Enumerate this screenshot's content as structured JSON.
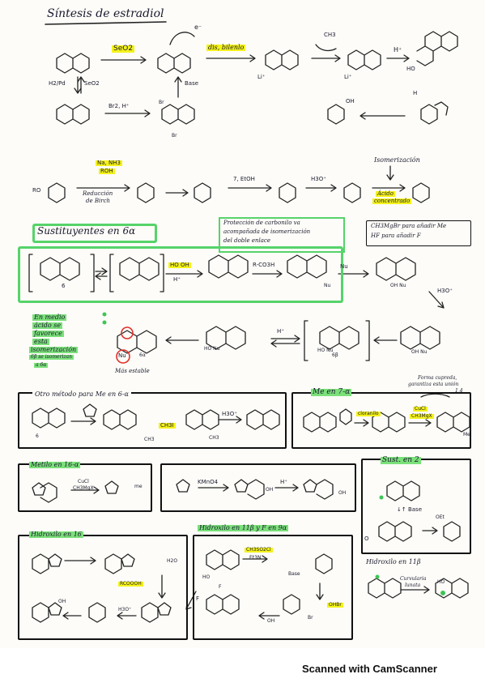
{
  "title": "Síntesis de estradiol",
  "row1": {
    "reagent_seo2": "SeO2",
    "label_dis_bilenlo": "dis, bilenlo",
    "label_e": "e⁻",
    "label_ch3": "CH3",
    "label_li_1": "Li⁺",
    "label_li_2": "Li⁺",
    "label_hplus": "H⁺",
    "label_ho": "HO",
    "label_base": "Base",
    "label_h2pd": "H2/Pd",
    "label_seo2_down": "SeO2",
    "label_br2": "Br2, H⁺",
    "label_br_1": "Br",
    "label_br_2": "Br",
    "label_oh": "OH",
    "label_h": "H"
  },
  "row2": {
    "reagent_na": "Na, NH3",
    "reagent_roh": "ROH",
    "caption_birch_1": "Reducción",
    "caption_birch_2": "de Birch",
    "label_ro": "RO",
    "reagent_etoh": "7, EtOH",
    "reagent_h3o": "H3O⁺",
    "label_isomerizacion": "Isomerización",
    "label_acido_1": "Ácido",
    "label_acido_2": "concentrado"
  },
  "section_6a": {
    "heading": "Sustituyentes en 6α",
    "note_line1": "Protección de carbonilo va",
    "note_line2": "acompañada de isomerización",
    "note_line3": "del doble enlace",
    "note2_line1": "CH3MgBr para añadir Me",
    "note2_line2": "HF para añadir F",
    "reagent_ho_oh": "HO   OH",
    "reagent_hplus": "H⁺",
    "reagent_rco3h": "R-CO3H",
    "reagent_nu": "Nu",
    "reagent_h3o": "H3O⁺",
    "label_6": "6",
    "label_nu_1": "Nu",
    "label_oh_nu": "OH  Nu",
    "label_ho_nu": "HO   Nu",
    "label_6b": "6β",
    "label_oh_nu2": "OH  Nu"
  },
  "acid_note": {
    "line1": "En medio",
    "line2": "ácido se",
    "line3": "favorece",
    "line4": "esta",
    "line5": "isomerización",
    "line6": "6β se isomerizan",
    "line7": "a 6α",
    "label_nu": "Nu",
    "label_6a": "6α",
    "label_hplus": "H⁺",
    "label_mas_estable": "Más estable",
    "label_ho_nu": "HO   Nu"
  },
  "other_method": {
    "heading": "Otro método para Me en 6-α",
    "reagent_ch3i": "CH3I",
    "reagent_h3o": "H3O⁺",
    "label_ch3_1": "CH3",
    "label_ch3_2": "CH3",
    "label_6": "6"
  },
  "me_7a": {
    "heading": "Me en 7-α",
    "note_line1": "Forma cupreda,",
    "note_line2": "garantiza esta unión",
    "note_line3": "1,4",
    "reagent_cloranilo": "cloranilo",
    "reagent_cucl": "CuCl",
    "reagent_ch3mgx": "CH3MgX",
    "label_me": "Me"
  },
  "metilo_16a": {
    "heading": "Metilo en 16-α",
    "reagent_cucl": "CuCl",
    "reagent_ch3mgx": "CH3MgX",
    "label_me": "me"
  },
  "kmno4_box": {
    "reagent_kmno4": "KMnO4",
    "reagent_hplus": "H⁺",
    "label_oh": "OH",
    "label_oh2": "OH"
  },
  "sust_2": {
    "heading": "Sust. en 2",
    "reagent_base": "↓↑ Base",
    "label_oet": "OEt",
    "label_o": "O"
  },
  "hidroxilo_16": {
    "heading": "Hidroxilo en 16",
    "reagent_rcooh": "RCOOOH",
    "label_h2o": "H2O",
    "label_h3o": "H3O⁺",
    "label_oh": "OH"
  },
  "hidroxilo_11b": {
    "heading": "Hidroxilo en 11β y F en 9α",
    "reagent_ch3so2cl": "CH3SO2Cl",
    "reagent_et3n": "Et3N",
    "label_ho": "HO",
    "label_f": "F",
    "label_f2": "F",
    "label_base": "Base",
    "label_ohbr": "OHBr",
    "label_br": "Br",
    "label_oh": "OH"
  },
  "hidroxilo_11b_small": {
    "heading": "Hidroxilo en 11β",
    "reagent_line1": "Curvularia",
    "reagent_line2": "lunata",
    "label_ho": "HO"
  },
  "footer": "Scanned with CamScanner"
}
